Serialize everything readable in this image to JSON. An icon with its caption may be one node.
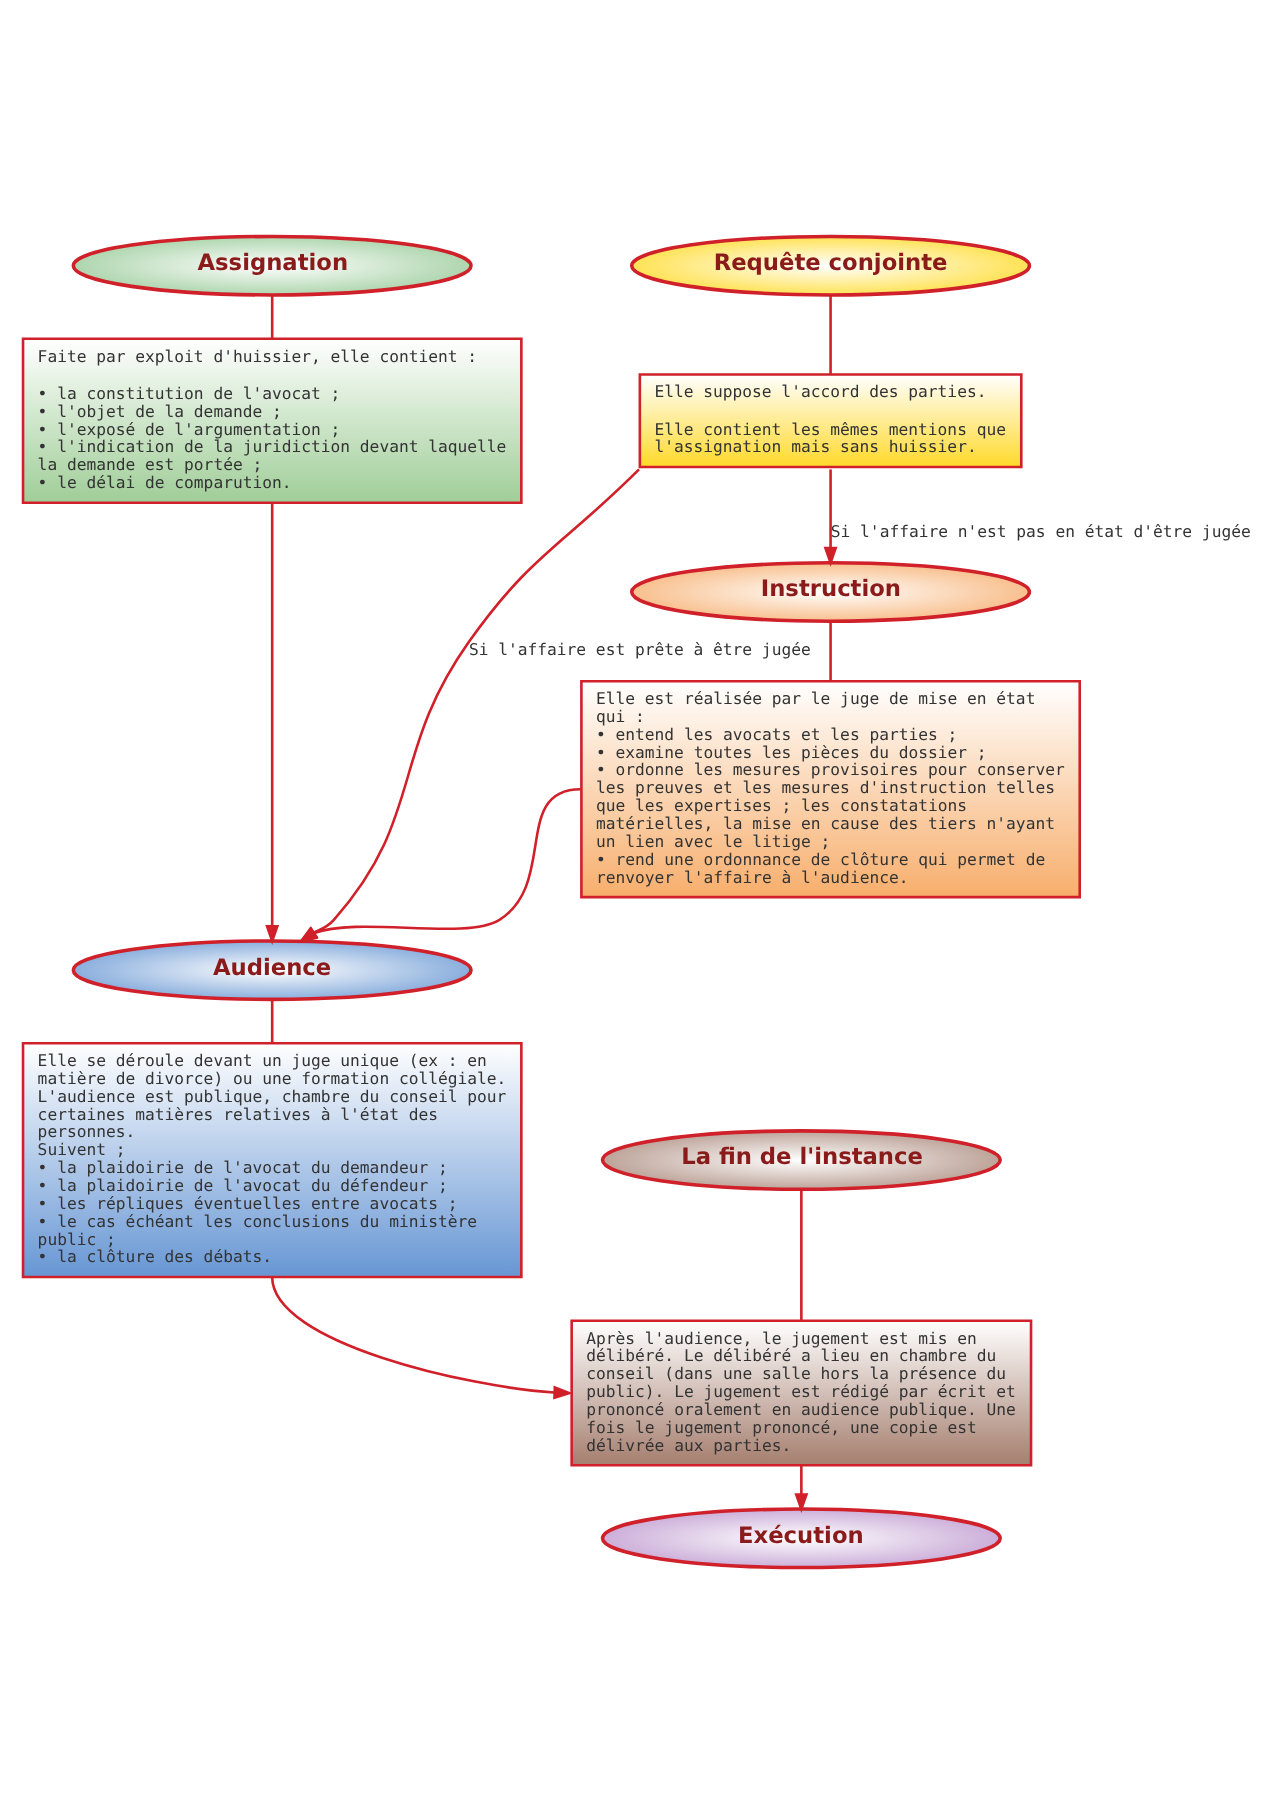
{
  "diagram": {
    "nodes": [
      {
        "text": [
          "Assignation"
        ]
      },
      {
        "text": [
          "Requête conjointe"
        ]
      },
      {
        "text": [
          "Faite par exploit d'huissier, elle contient :",
          "• la constitution de l'avocat ;",
          "• l'objet de la demande ;",
          "• l'exposé de l'argumentation ;",
          "• l'indication de la juridiction devant laquelle la demande est portée ;",
          "• le délai de comparution."
        ]
      },
      {
        "text": [
          "Elle suppose l'accord des parties.",
          "Elle contient les mêmes mentions que l'assignation mais sans huissier."
        ]
      },
      {
        "text": [
          "Instruction"
        ]
      },
      {
        "text": [
          "Elle est réalisée par le juge de mise en état qui :",
          "• entend les avocats et les parties ;",
          "• examine toutes les pièces du dossier ;",
          "• ordonne les mesures provisoires pour conserver les preuves et les mesures d'instruction telles que les expertises ; les constatations matérielles, la mise en cause des tiers n'ayant un lien avec le litige ;",
          "• rend une ordonnance de clôture qui permet de renvoyer l'affaire à l'audience."
        ]
      },
      {
        "text": [
          "Audience"
        ]
      },
      {
        "text": [
          "Elle se déroule devant un juge unique (ex : en matière de divorce) ou une formation collégiale.",
          "L'audience est publique, chambre du conseil pour certaines matières relatives à l'état des personnes.",
          "Suivent ;",
          "• la plaidoirie de l'avocat du demandeur ;",
          "• la plaidoirie de l'avocat du défendeur ;",
          "• les répliques éventuelles entre avocats ;",
          "• le cas échéant les conclusions du ministère public ;",
          "• la clôture des débats."
        ]
      },
      {
        "text": [
          "La fin de l'instance"
        ]
      },
      {
        "text": [
          "Après l'audience, le jugement est mis en délibéré. Le délibéré a lieu en chambre du conseil (dans une salle hors la présence du public). Le jugement est rédigé par écrit et prononcé oralement en audience publique. Une fois le jugement prononcé, une copie est délivrée aux parties."
        ]
      },
      {
        "text": [
          "Exécution"
        ]
      }
    ],
    "edges": [
      {
        "from": 0,
        "to": 2,
        "arrow": "none"
      },
      {
        "from": 1,
        "to": 3,
        "arrow": "none"
      },
      {
        "from": 2,
        "to": 6,
        "arrow": "to"
      },
      {
        "from": 3,
        "to": 6,
        "arrow": "to",
        "label": "Si l'affaire est prête à être jugée"
      },
      {
        "from": 3,
        "to": 4,
        "arrow": "to",
        "label": "Si l'affaire n'est pas en état d'être jugée"
      },
      {
        "from": 4,
        "to": 5,
        "arrow": "none"
      },
      {
        "from": 5,
        "to": 6,
        "arrow": "to"
      },
      {
        "from": 6,
        "to": 7,
        "arrow": "none"
      },
      {
        "from": 7,
        "to": 9,
        "arrow": "to"
      },
      {
        "from": 8,
        "to": 9,
        "arrow": "none"
      },
      {
        "from": 9,
        "to": 10,
        "arrow": "to"
      }
    ]
  }
}
